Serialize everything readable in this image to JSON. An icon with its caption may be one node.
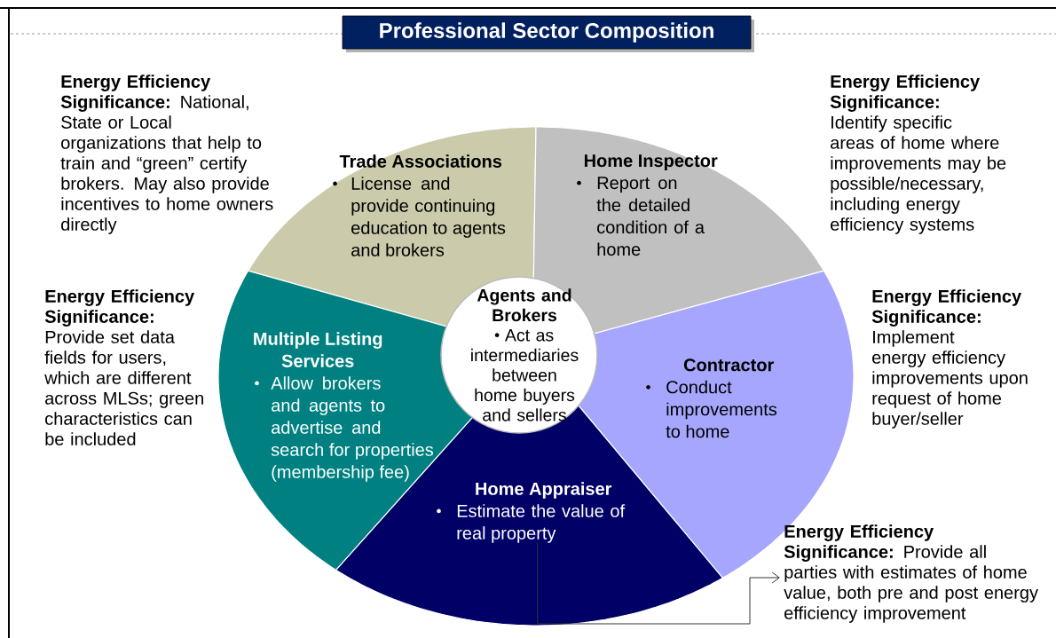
{
  "diagram": {
    "title": "Professional Sector Composition",
    "nodes": [
      {
        "text": [
          "**Energy Efficiency Significance:** National, State or Local organizations that help to train and “green” certify brokers. May also provide incentives to home owners directly"
        ]
      },
      {
        "text": [
          "Trade Associations",
          "License and provide continuing education to agents and brokers"
        ]
      },
      {
        "text": [
          "Home Inspector",
          "Report on the detailed condition of a home"
        ]
      },
      {
        "text": [
          "**Energy Efficiency Significance:** Identify specific areas of home where improvements may be possible/necessary, including energy efficiency systems"
        ]
      },
      {
        "text": [
          "**Energy Efficiency Significance:** Provide set data fields for users, which are different across MLSs; green characteristics can be included"
        ]
      },
      {
        "text": [
          "Multiple Listing Services",
          "Allow brokers and agents to advertise and search for properties (membership fee)"
        ]
      },
      {
        "text": [
          "Agents and Brokers",
          "Act as intermediaries between home buyers and sellers"
        ]
      },
      {
        "text": [
          "Contractor",
          "Conduct improvements to home"
        ]
      },
      {
        "text": [
          "**Energy Efficiency Significance:** Implement energy efficiency improvements upon request of home buyer/seller"
        ]
      },
      {
        "text": [
          "Home Appraiser",
          "Estimate the value of real property"
        ]
      },
      {
        "text": [
          "**Energy Efficiency Significance:** Provide all parties with estimates of home value, both pre and post energy efficiency improvement"
        ]
      }
    ],
    "edges": [
      {
        "from": 9,
        "to": 10,
        "arrow": "to"
      }
    ]
  }
}
